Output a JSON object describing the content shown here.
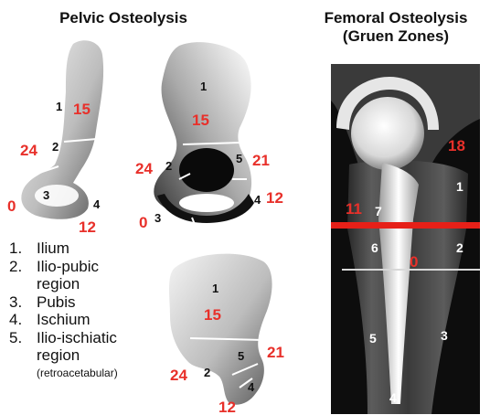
{
  "titles": {
    "pelvic": "Pelvic Osteolysis",
    "femoral_line1": "Femoral Osteolysis",
    "femoral_line2": "(Gruen Zones)"
  },
  "colors": {
    "zone_value": "#e8302a",
    "red_line": "#e62018",
    "xray_bg": "#0d0d0d"
  },
  "pelvis_view1": {
    "zones": [
      "1",
      "2",
      "3",
      "4"
    ],
    "values": [
      "15",
      "24",
      "0",
      "12"
    ]
  },
  "pelvis_view2": {
    "zones": [
      "1",
      "2",
      "3",
      "4",
      "5"
    ],
    "values": [
      "15",
      "24",
      "0",
      "12",
      "21"
    ]
  },
  "pelvis_view3": {
    "zones": [
      "1",
      "2",
      "4",
      "5"
    ],
    "values": [
      "15",
      "24",
      "12",
      "21"
    ]
  },
  "legend": [
    {
      "num": "1.",
      "lines": [
        "Ilium"
      ]
    },
    {
      "num": "2.",
      "lines": [
        "Ilio-pubic",
        "region"
      ]
    },
    {
      "num": "3.",
      "lines": [
        "Pubis"
      ]
    },
    {
      "num": "4.",
      "lines": [
        "Ischium"
      ]
    },
    {
      "num": "5.",
      "lines": [
        "Ilio-ischiatic",
        "region"
      ]
    }
  ],
  "legend_note": "(retroacetabular)",
  "femur": {
    "zones": [
      "1",
      "2",
      "3",
      "4",
      "5",
      "6",
      "7"
    ],
    "values": [
      "18",
      "0",
      "11"
    ]
  }
}
